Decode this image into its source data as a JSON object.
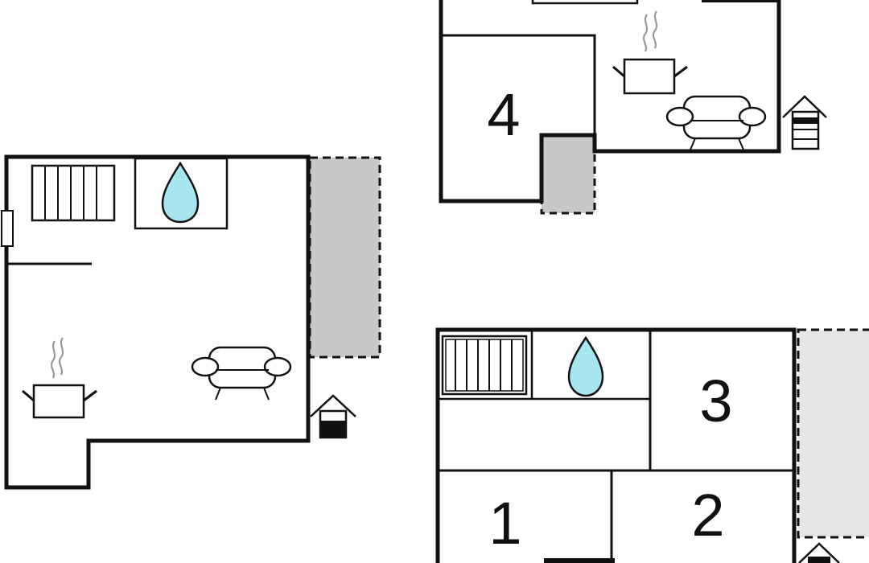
{
  "plans": [
    {
      "id": "ground-left",
      "rooms": [],
      "icons": [
        "shower-icon",
        "water-drop-icon",
        "kitchen-pot-icon",
        "armchair-icon",
        "entrance-house-icon"
      ],
      "terrace": "dark-gray"
    },
    {
      "id": "upper-right",
      "rooms": [
        {
          "label": "4"
        }
      ],
      "icons": [
        "kitchen-pot-icon",
        "armchair-icon",
        "entrance-house-icon"
      ],
      "terrace": "dark-gray"
    },
    {
      "id": "lower-right",
      "rooms": [
        {
          "label": "3"
        },
        {
          "label": "1"
        },
        {
          "label": "2"
        }
      ],
      "icons": [
        "shower-icon",
        "water-drop-icon",
        "entrance-house-icon"
      ],
      "terrace": "light-gray"
    }
  ],
  "colors": {
    "wall": "#111111",
    "terrace_dark": "#c8c8c8",
    "terrace_light": "#e6e6e6",
    "water": "#a8e6ef",
    "steam": "#999999"
  }
}
